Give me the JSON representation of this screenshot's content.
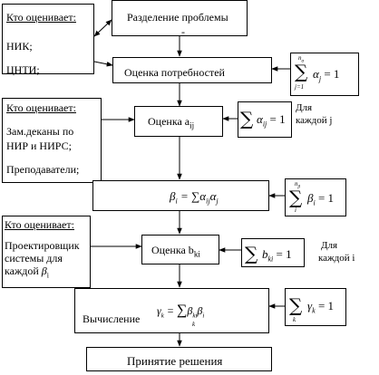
{
  "left_panels": {
    "panel1": {
      "header": "Кто оценивает:",
      "line1": "НИК;",
      "line2": "ЦНТИ;"
    },
    "panel2": {
      "header": "Кто оценивает:",
      "line1": "Зам.деканы по",
      "line2": "НИР и НИРС;",
      "line3": "Преподаватели;"
    },
    "panel3": {
      "header": "Кто оценивает:",
      "line1": "Проектировщик",
      "line2": "системы для",
      "line3": "каждой",
      "beta_sym": "β",
      "beta_sub": "i"
    }
  },
  "main_steps": {
    "step1": {
      "label": "Разделение проблемы",
      "dash": "-"
    },
    "step2": {
      "label": "Оценка  потребностей"
    },
    "step3": {
      "label": "Оценка a",
      "sub": "ij"
    },
    "step4": {
      "formula": "β",
      "sub_i": "i",
      "eq": " = ",
      "sum": "∑",
      "alpha": "α",
      "sub_ij": "ij",
      "alpha2": "α",
      "sub_j": "j"
    },
    "step5": {
      "label": "Оценка b",
      "sub": "ki"
    },
    "step6": {
      "label": "Вычисление",
      "gamma": "γ",
      "sub_k": "k",
      "eq": " = ",
      "sum": "∑",
      "under_k": "k",
      "beta": "β",
      "sub_ki": "ki",
      "beta2": "β",
      "sub_i": "i"
    },
    "step7": {
      "label": "Принятие решения"
    }
  },
  "constraints": {
    "c1": {
      "sum": "∑",
      "upper": "n",
      "upper_sub": "α",
      "lower": "j=1",
      "alpha": "α",
      "sub": "j",
      "eq": " = 1"
    },
    "c2": {
      "sum": "∑",
      "alpha": "α",
      "sub": "ij",
      "eq": " = 1",
      "note1": "Для",
      "note2": "каждой j"
    },
    "c3": {
      "sum": "∑",
      "upper": "n",
      "upper_sub": "β",
      "lower": "i",
      "beta": "β",
      "sub": "i",
      "eq": " = 1"
    },
    "c4": {
      "sum": "∑",
      "b": "b",
      "sub": "ki",
      "eq": " = 1",
      "note1": "Для",
      "note2": "каждой  i"
    },
    "c5": {
      "sum": "∑",
      "lower": "k",
      "gamma": "γ",
      "sub": "k",
      "eq": " = 1"
    }
  }
}
